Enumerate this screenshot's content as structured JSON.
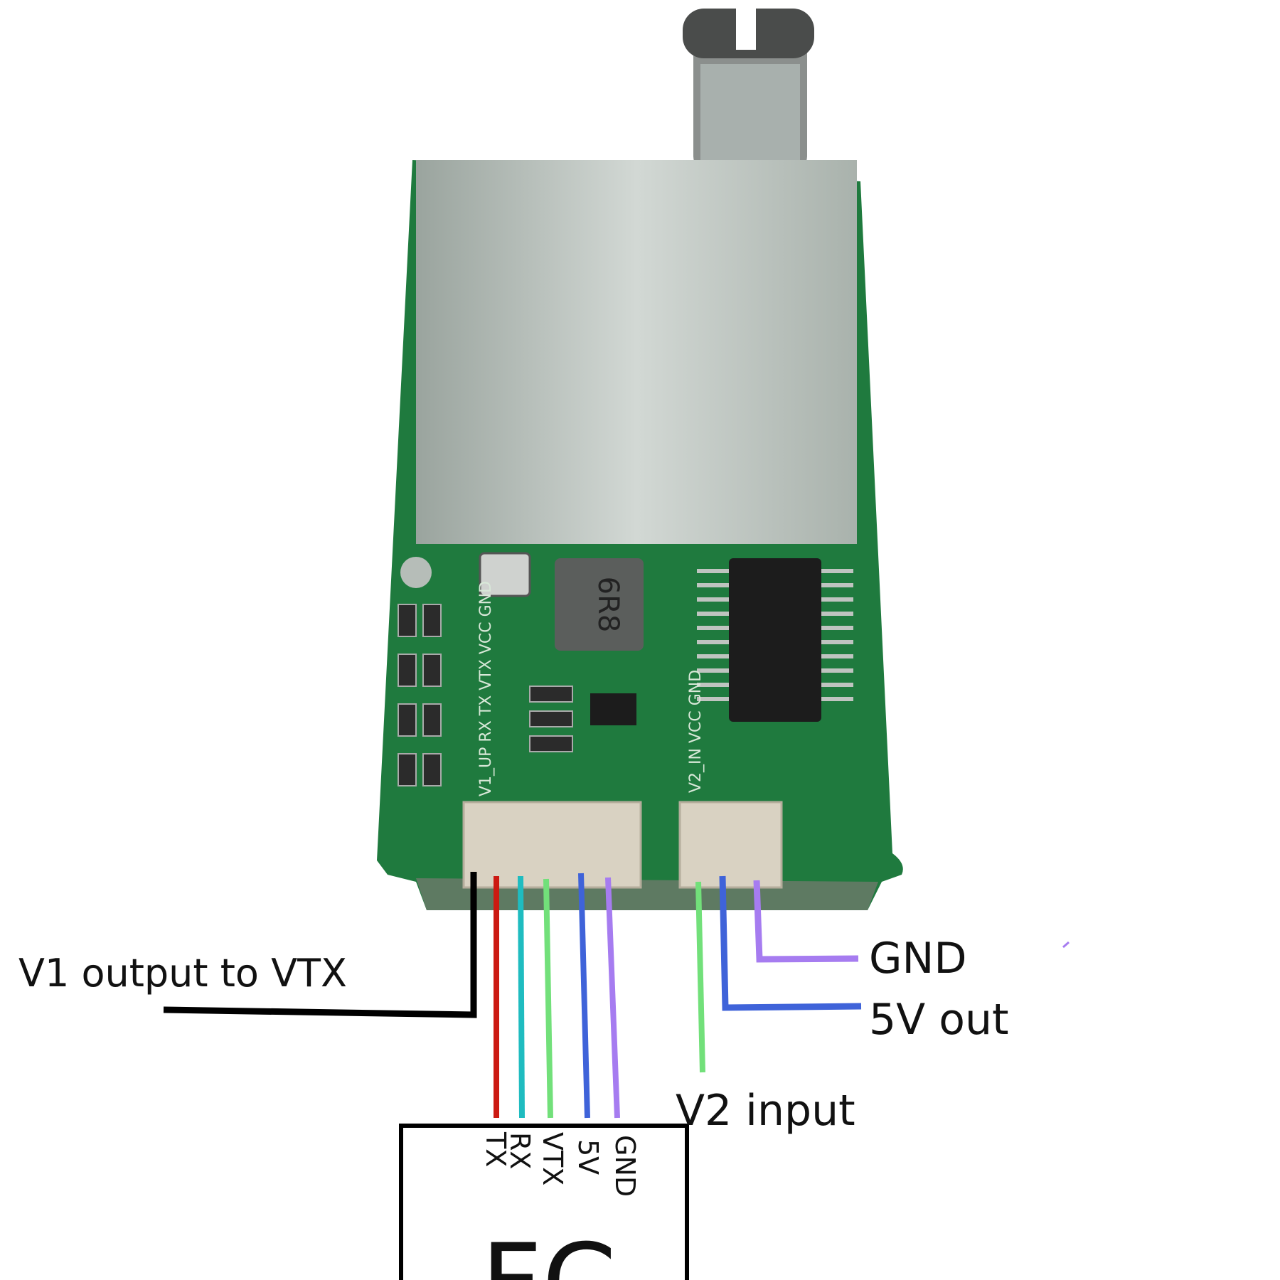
{
  "labels": {
    "v1_output": "V1 output  to VTX",
    "gnd": "GND",
    "five_v_out": "5V out",
    "v2_input": "V2 input",
    "fc": "FC"
  },
  "fc_pins": [
    "TX",
    "RX",
    "VTX",
    "5V",
    "GND"
  ],
  "board_silkscreen": {
    "inductor": "6R8",
    "header1": "V1_UP  RX  TX  VTX  VCC  GND",
    "header2": "V2_IN  VCC  GND"
  },
  "wire_colors": {
    "v1": "#000000",
    "tx": "#cc1a12",
    "rx": "#1fbcc0",
    "vtx": "#72e07a",
    "five_v": "#3f63d9",
    "gnd": "#a67cf0",
    "v2_in": "#72e07a"
  },
  "colors": {
    "pcb": "#1f7a3e",
    "shield": "#b9c2bb",
    "connector": "#d9d2c2"
  }
}
